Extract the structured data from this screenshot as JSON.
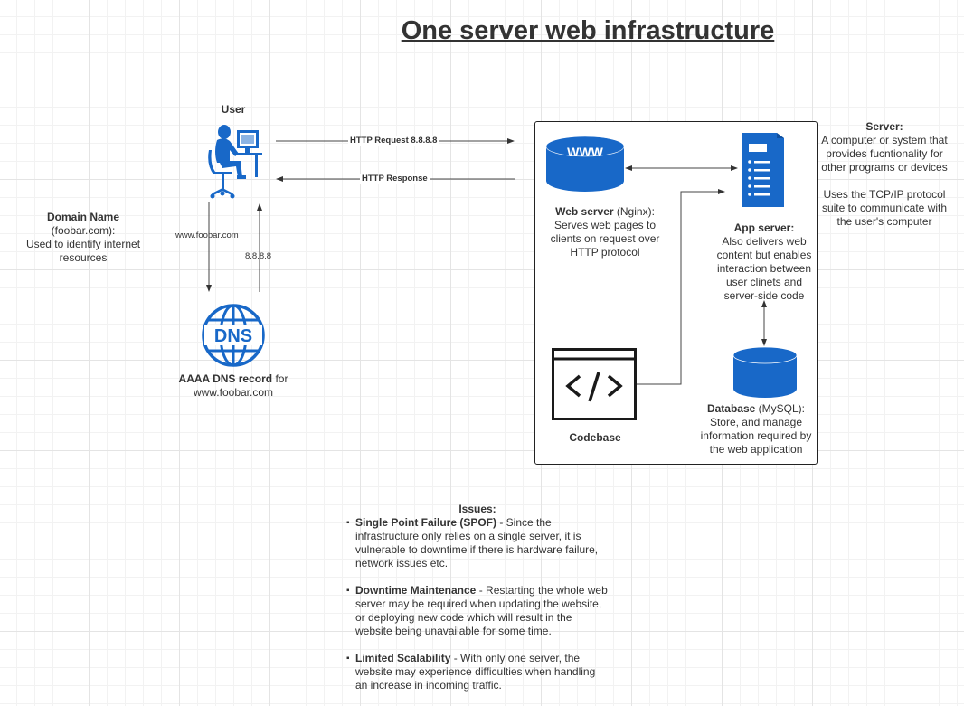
{
  "title": "One server web infrastructure",
  "user": {
    "label": "User"
  },
  "http": {
    "request_label": "HTTP Request 8.8.8.8",
    "response_label": "HTTP Response"
  },
  "dns_flow": {
    "query_label": "www.foobar.com",
    "answer_label": "8.8.8.8"
  },
  "domain": {
    "heading": "Domain Name",
    "value": "(foobar.com):",
    "description": "Used to identify internet resources"
  },
  "dns_record": {
    "icon_text": "DNS",
    "bold": "AAAA DNS record",
    "rest": " for",
    "domain": "www.foobar.com"
  },
  "web_server": {
    "icon_text": "WWW",
    "bold": "Web server",
    "tech": " (Nginx):",
    "description": "Serves web pages to clients on request over HTTP protocol"
  },
  "app_server": {
    "bold": "App server:",
    "description": "Also delivers web content but enables interaction between user clinets and server-side code"
  },
  "codebase": {
    "label": "Codebase"
  },
  "database": {
    "bold": "Database",
    "tech": " (MySQL):",
    "description": "Store, and manage information required by the web application"
  },
  "server_note": {
    "heading": "Server:",
    "line1": "A computer or system that provides fucntionality for other programs or devices",
    "line2": "Uses the TCP/IP protocol suite to communicate with the user's computer"
  },
  "issues": {
    "heading": "Issues:",
    "items": [
      {
        "title": "Single Point Failure (SPOF)",
        "text": " - Since the infrastructure only relies on a single server, it is vulnerable to downtime if there is hardware failure, network issues etc."
      },
      {
        "title": "Downtime Maintenance",
        "text": " - Restarting the whole web server may be required when updating the website, or deploying new code which will result in the website being unavailable for some time."
      },
      {
        "title": "Limited Scalability",
        "text": " - With only one server, the website may experience difficulties when handling an increase in incoming traffic."
      }
    ]
  },
  "colors": {
    "icon_blue": "#1868c8",
    "text": "#333333",
    "line": "#333333"
  },
  "icons": [
    "user-at-computer-icon",
    "dns-globe-icon",
    "www-cylinder-icon",
    "server-rack-icon",
    "code-window-icon",
    "database-cylinder-icon"
  ]
}
